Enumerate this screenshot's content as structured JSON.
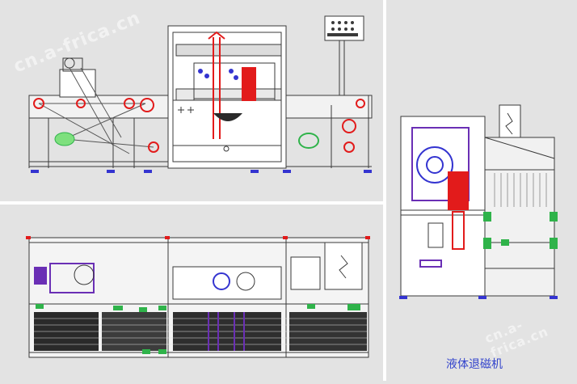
{
  "caption": "液体退磁机",
  "watermark": "cn.a-frica.cn",
  "colors": {
    "background": "#e3e3e3",
    "panel_frame": "#ffffff",
    "line": "#3a3a3a",
    "red": "#e21b1b",
    "blue": "#3434d0",
    "purple": "#6a2fb5",
    "green": "#2fb34a",
    "light_green": "#7ee07e",
    "caption": "#3344cc"
  },
  "panels": {
    "front_view": "front-elevation",
    "top_view": "plan-view",
    "side_view": "side-elevation"
  }
}
